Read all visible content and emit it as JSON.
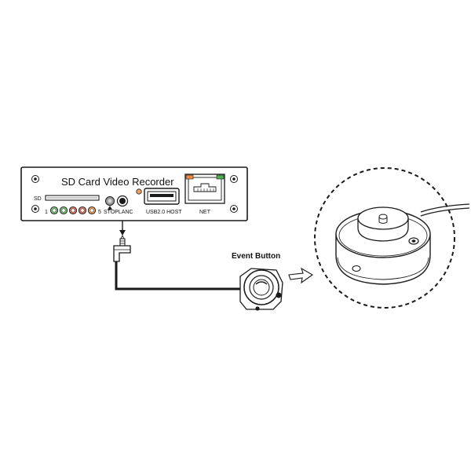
{
  "recorder": {
    "title": "SD Card Video Recorder",
    "sd_label": "SD",
    "led_first": "1",
    "led_last": "5",
    "stop_lanc_label": "STOPLANC",
    "usb_label": "USB2.0 HOST",
    "net_label": "NET"
  },
  "event_button": {
    "label": "Event Button"
  },
  "colors": {
    "line": "#1a1a1a",
    "panel_fill": "#ffffff",
    "led_green": "#7cc47a",
    "led_orange": "#f0a060",
    "led_red": "#e07a6a",
    "net_orange": "#f08a3c",
    "net_green": "#4caf50"
  }
}
